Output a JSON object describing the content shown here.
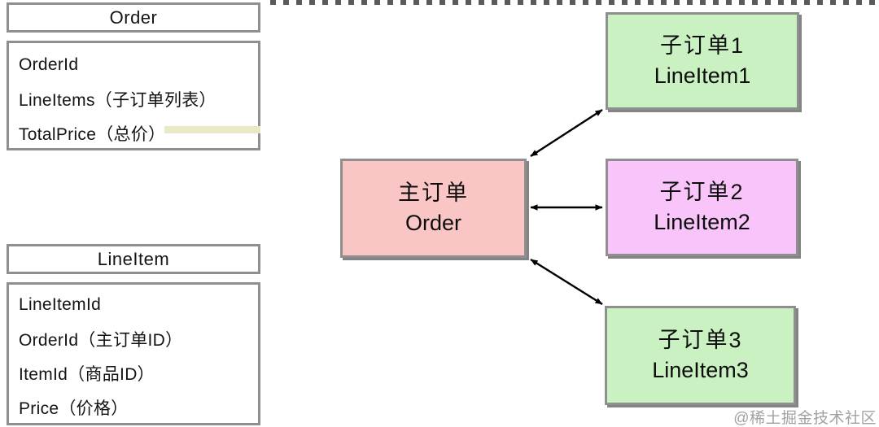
{
  "uml_classes": {
    "order": {
      "title": "Order",
      "fields": [
        "OrderId",
        "LineItems（子订单列表）",
        "TotalPrice（总价）"
      ]
    },
    "lineitem": {
      "title": "LineItem",
      "fields": [
        "LineItemId",
        "OrderId（主订单ID）",
        "ItemId（商品ID）",
        "Price（价格）"
      ]
    }
  },
  "flow": {
    "main_node": {
      "label_zh": "主订单",
      "label_en": "Order",
      "color": "#f9c6c5"
    },
    "sub_nodes": [
      {
        "label_zh": "子订单1",
        "label_en": "LineItem1",
        "color": "#c9f1c2"
      },
      {
        "label_zh": "子订单2",
        "label_en": "LineItem2",
        "color": "#f9c4f9"
      },
      {
        "label_zh": "子订单3",
        "label_en": "LineItem3",
        "color": "#c9f1c2"
      }
    ]
  },
  "colors": {
    "box_border": "#8f8f8f",
    "arrow": "#000000",
    "highlight_yellow": "#e9e9c7",
    "watermark_gray": "#a2a2a2"
  },
  "watermark": "@稀土掘金技术社区"
}
